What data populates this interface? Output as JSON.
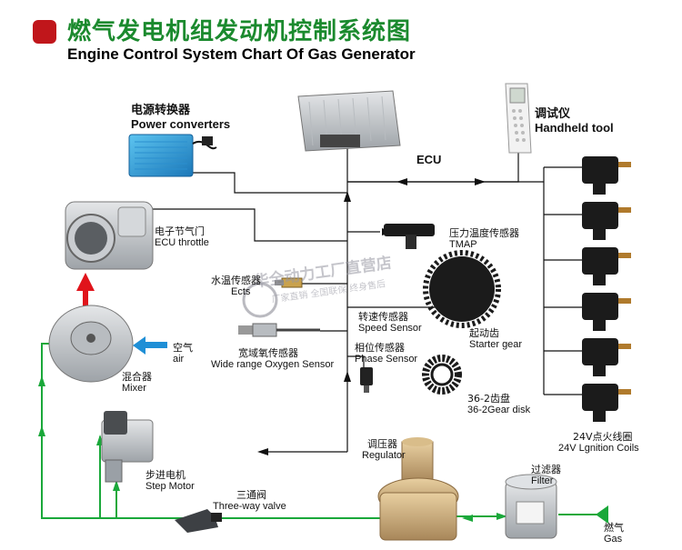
{
  "title": {
    "zh": "燃气发电机组发动机控制系统图",
    "en": "Engine Control System Chart Of Gas Generator"
  },
  "components": {
    "power_converters": {
      "zh": "电源转换器",
      "en": "Power converters"
    },
    "ecu": {
      "en": "ECU"
    },
    "handheld_tool": {
      "zh": "调试仪",
      "en": "Handheld tool"
    },
    "ecu_throttle": {
      "zh": "电子节气门",
      "en": "ECU throttle"
    },
    "tmap": {
      "zh": "压力温度传感器",
      "en": "TMAP"
    },
    "ects": {
      "zh": "水温传感器",
      "en": "Ects"
    },
    "speed_sensor": {
      "zh": "转速传感器",
      "en": "Speed Sensor"
    },
    "starter_gear": {
      "zh": "起动齿",
      "en": "Starter gear"
    },
    "air": {
      "zh": "空气",
      "en": "air"
    },
    "oxygen_sensor": {
      "zh": "宽域氧传感器",
      "en": "Wide range Oxygen Sensor"
    },
    "phase_sensor": {
      "zh": "相位传感器",
      "en": "Phase Sensor"
    },
    "mixer": {
      "zh": "混合器",
      "en": "Mixer"
    },
    "gear_disk": {
      "zh": "36-2齿盘",
      "en": "36-2Gear disk"
    },
    "ignition_coils": {
      "zh": "24V点火线圈",
      "en": "24V Lgnition Coils"
    },
    "regulator": {
      "zh": "调压器",
      "en": "Regulator"
    },
    "step_motor": {
      "zh": "步进电机",
      "en": "Step Motor"
    },
    "filter": {
      "zh": "过滤器",
      "en": "Filter"
    },
    "three_way_valve": {
      "zh": "三通阀",
      "en": "Three-way valve"
    },
    "gas": {
      "zh": "燃气",
      "en": "Gas"
    }
  },
  "watermark": {
    "line1": "华全动力工厂直营店",
    "line2": "厂家直销 全国联保 终身售后"
  },
  "colors": {
    "title_green": "#1b8a2e",
    "title_mark": "#c0161b",
    "flow_green": "#1aa83a",
    "air_blue": "#1f8fd6",
    "mix_red": "#e0141b",
    "wire": "#111111"
  }
}
